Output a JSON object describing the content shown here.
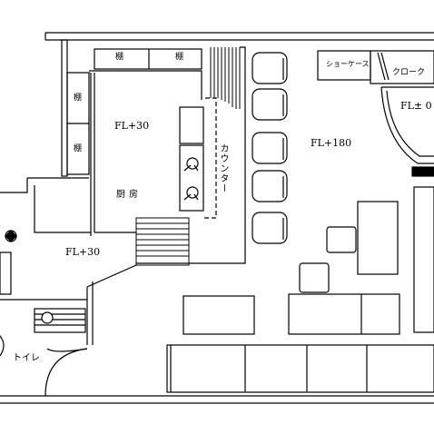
{
  "labels": {
    "shelf_top_left": "棚",
    "shelf_top_right": "棚",
    "shelf_left_upper": "棚",
    "shelf_left_lower": "棚",
    "kitchen_level": "FL+30",
    "kitchen": "厨房",
    "counter": "カウンター",
    "hall_level": "FL+180",
    "left_level": "FL+30",
    "showcase": "ショーケース",
    "cloak": "クローク",
    "right_level": "FL± 0",
    "toilet": "トイレ"
  }
}
